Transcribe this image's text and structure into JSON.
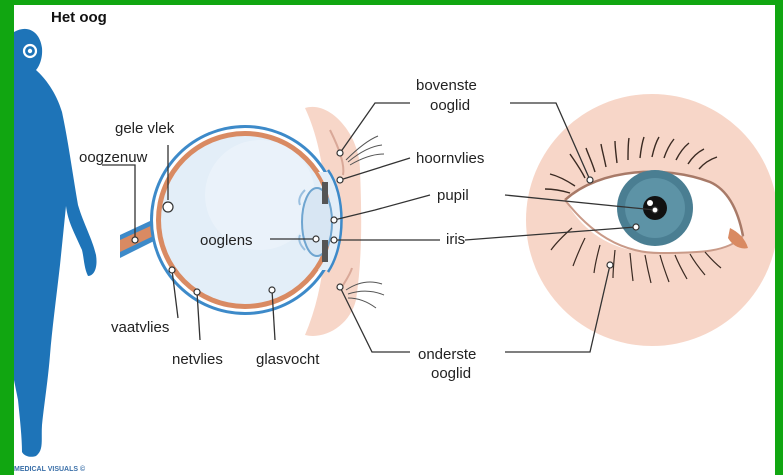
{
  "title": "Het oog",
  "credit": "MEDICAL VISUALS ©",
  "labels": {
    "gele_vlek": "gele vlek",
    "oogzenuw": "oogzenuw",
    "ooglens": "ooglens",
    "vaatvlies": "vaatvlies",
    "netvlies": "netvlies",
    "glasvocht": "glasvocht",
    "bovenste_ooglid_1": "bovenste",
    "bovenste_ooglid_2": "ooglid",
    "hoornvlies": "hoornvlies",
    "pupil": "pupil",
    "iris": "iris",
    "onderste_ooglid_1": "onderste",
    "onderste_ooglid_2": "ooglid"
  },
  "colors": {
    "frame": "#11a611",
    "silhouette": "#1e74b8",
    "sclera_ring": "#3d8ac9",
    "choroid": "#d98a62",
    "vitreous": "#e3eef8",
    "skin": "#f7d6c8",
    "iris": "#4a7e92"
  }
}
